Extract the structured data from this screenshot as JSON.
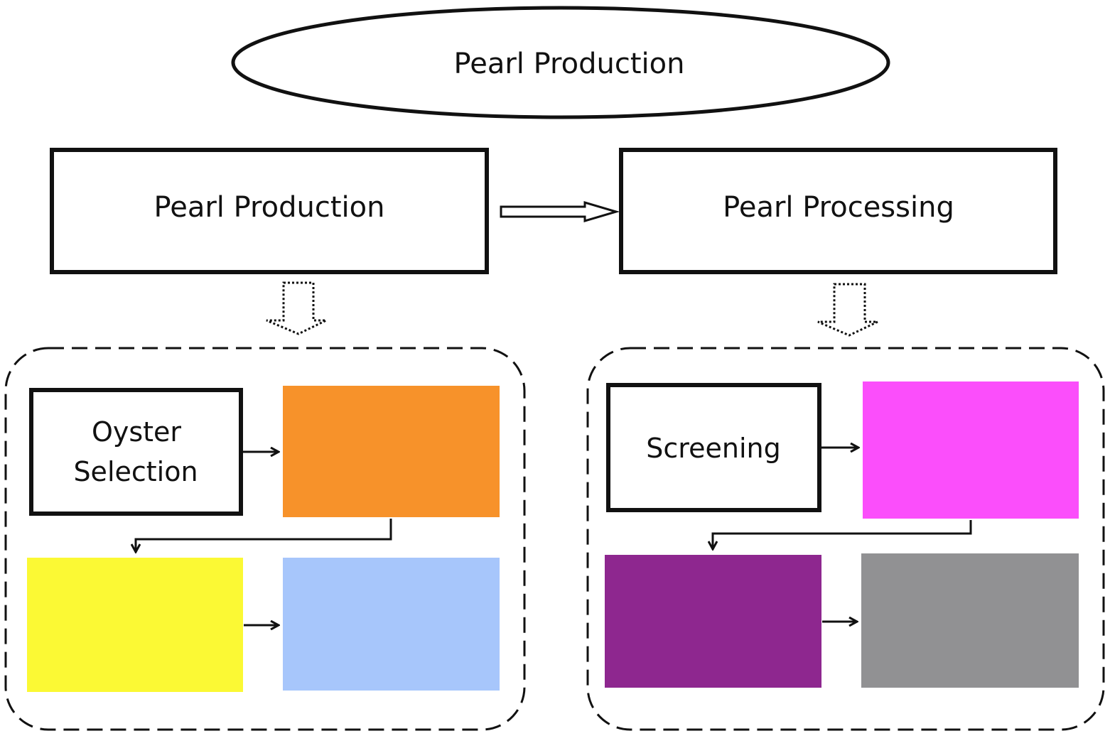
{
  "title": "Pearl Production",
  "stages": {
    "production": {
      "label": "Pearl Production"
    },
    "processing": {
      "label": "Pearl Processing"
    }
  },
  "production_steps": {
    "first": {
      "line1": "Oyster",
      "line2": "Selection"
    },
    "colors": [
      "#F7922A",
      "#FBF934",
      "#A7C6FB"
    ]
  },
  "processing_steps": {
    "first": {
      "label": "Screening"
    },
    "colors": [
      "#FB4EFB",
      "#8E278F",
      "#919193"
    ]
  }
}
